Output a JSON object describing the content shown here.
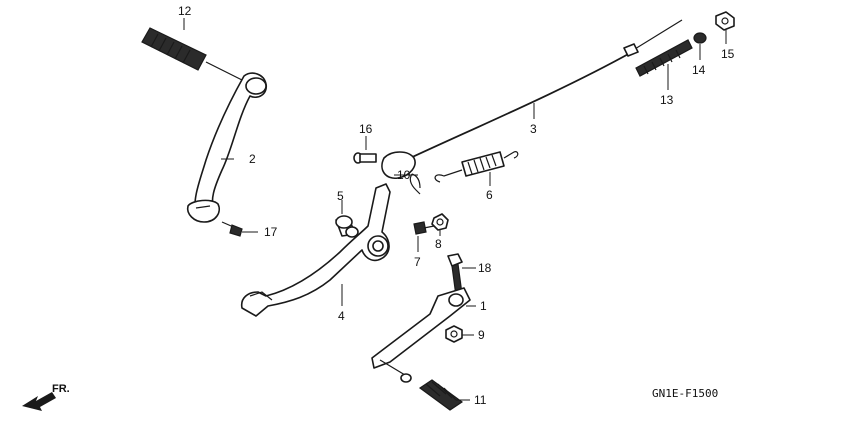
{
  "diagram_code": "GN1E-F1500",
  "front_marker": "FR.",
  "callouts": {
    "n1": "1",
    "n2": "2",
    "n3": "3",
    "n4": "4",
    "n5": "5",
    "n6": "6",
    "n7": "7",
    "n8": "8",
    "n9": "9",
    "n10": "10",
    "n11": "11",
    "n12": "12",
    "n13": "13",
    "n14": "14",
    "n15": "15",
    "n16": "16",
    "n17": "17",
    "n18": "18"
  }
}
